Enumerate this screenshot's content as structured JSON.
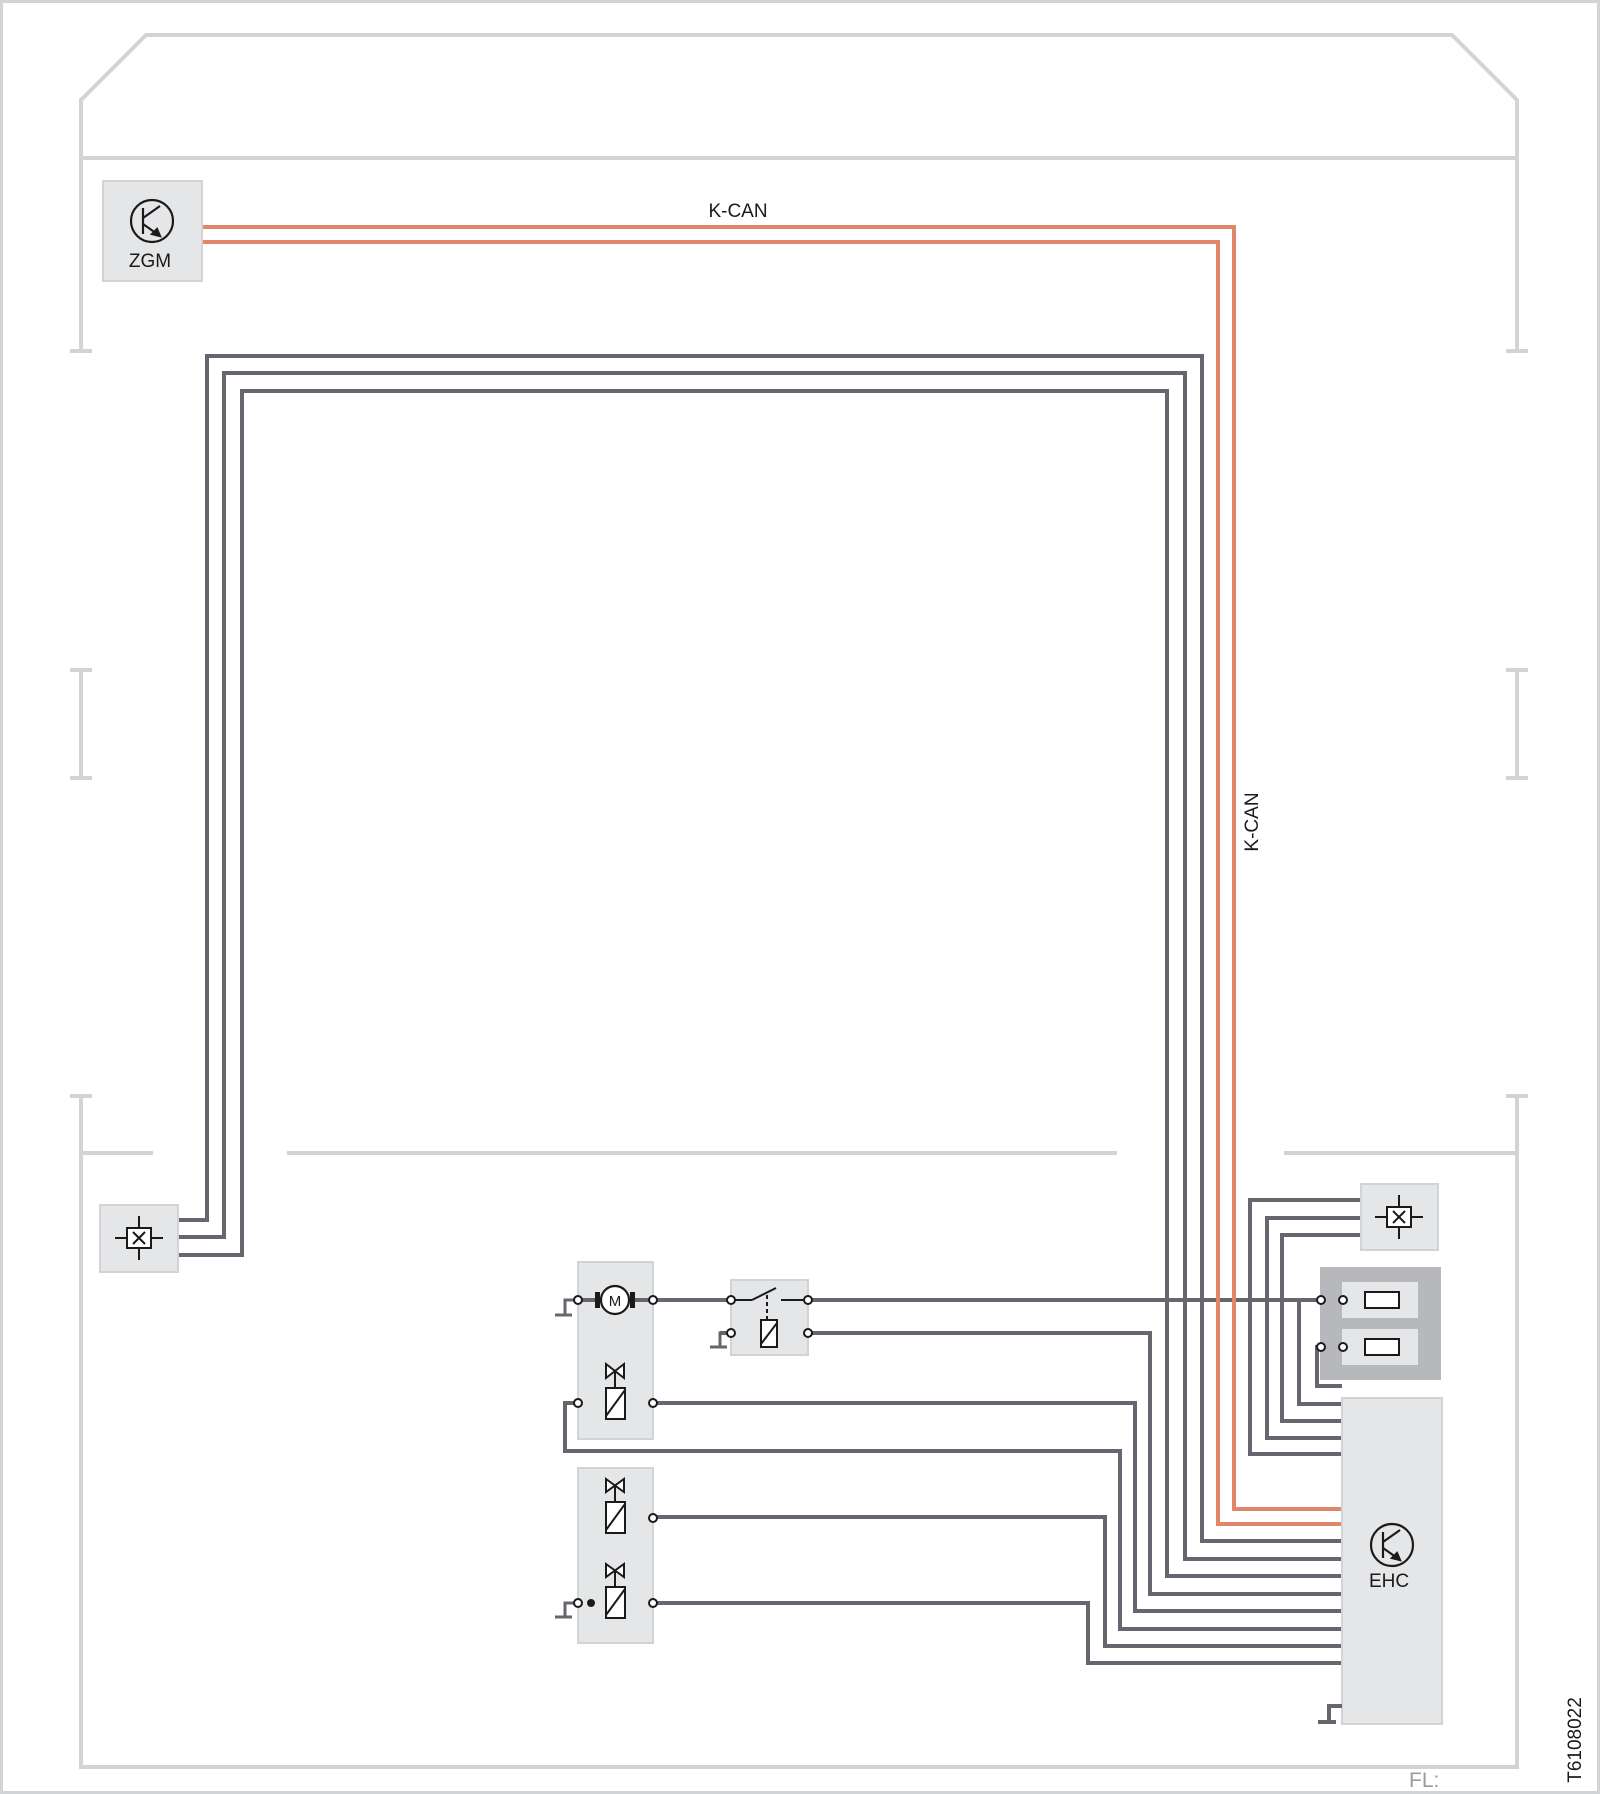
{
  "labels": {
    "bus_top": "K-CAN",
    "bus_side": "K-CAN",
    "zgm": "ZGM",
    "ehc": "EHC",
    "motor": "M",
    "footer": "FL:",
    "doc_id": "T6108022"
  },
  "colors": {
    "frame": "#d2d3d5",
    "wire": "#67666f",
    "can": "#e0876a",
    "box": "#e5e6e8",
    "box_dark": "#b7b8bc",
    "text": "#1a1a1a",
    "muted": "#9a9ba0"
  },
  "icons": [
    "transistor-icon",
    "sensor-icon",
    "motor-icon",
    "relay-icon",
    "solenoid-valve-icon",
    "fuse-icon",
    "ground-icon"
  ]
}
